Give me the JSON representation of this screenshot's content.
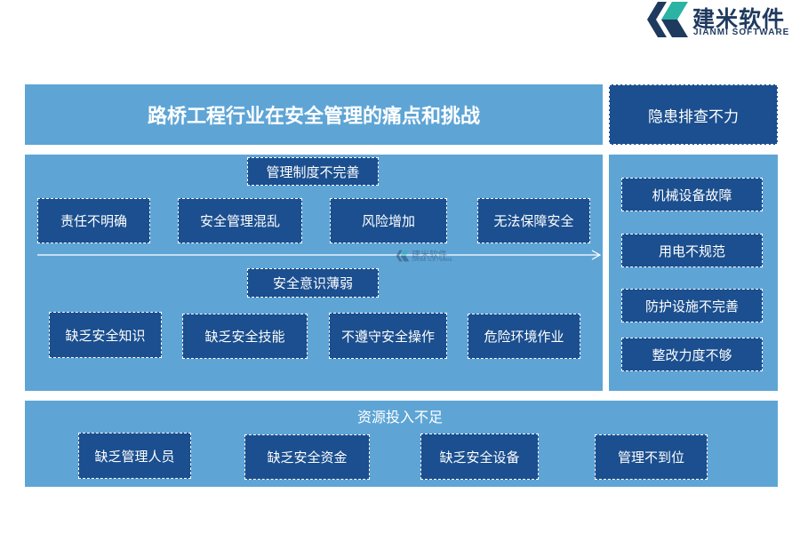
{
  "logo": {
    "name": "建米软件",
    "subtitle": "JIANMI SOFTWARE"
  },
  "title": "路桥工程行业在安全管理的痛点和挑战",
  "management": {
    "heading": "管理制度不完善",
    "items": [
      "责任不明确",
      "安全管理混乱",
      "风险增加",
      "无法保障安全"
    ]
  },
  "awareness": {
    "heading": "安全意识薄弱",
    "items": [
      "缺乏安全知识",
      "缺乏安全技能",
      "不遵守安全操作",
      "危险环境作业"
    ]
  },
  "hazard": {
    "heading": "隐患排查不力",
    "items": [
      "机械设备故障",
      "用电不规范",
      "防护设施不完善",
      "整改力度不够"
    ]
  },
  "resources": {
    "heading": "资源投入不足",
    "items": [
      "缺乏管理人员",
      "缺乏安全资金",
      "缺乏安全设备",
      "管理不到位"
    ]
  },
  "watermark": {
    "name": "建米软件",
    "subtitle": "JIANMI SOFTWARE"
  },
  "colors": {
    "panel": "#5ea5d6",
    "box": "#1b4f8f",
    "brand": "#1f3a5f",
    "brand_accent": "#2bb3a3"
  }
}
